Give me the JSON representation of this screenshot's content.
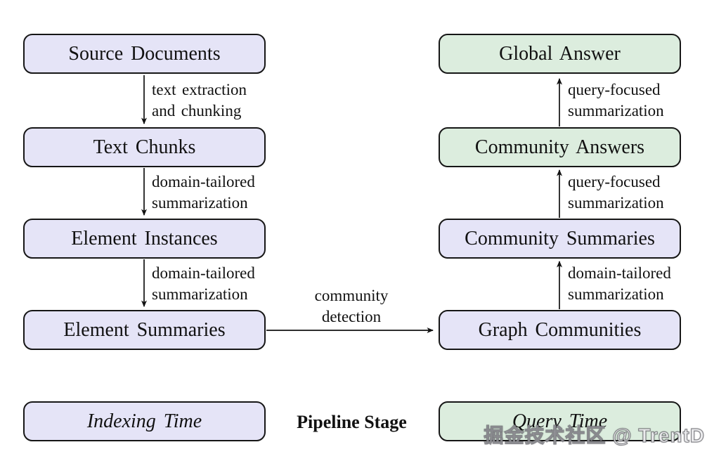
{
  "diagram": {
    "left_column": {
      "nodes": [
        {
          "label": "Source Documents"
        },
        {
          "label": "Text Chunks"
        },
        {
          "label": "Element Instances"
        },
        {
          "label": "Element Summaries"
        }
      ],
      "edge_labels": [
        {
          "line1": "text extraction",
          "line2": "and chunking"
        },
        {
          "line1": "domain-tailored",
          "line2": "summarization"
        },
        {
          "line1": "domain-tailored",
          "line2": "summarization"
        }
      ]
    },
    "right_column": {
      "nodes": [
        {
          "label": "Global Answer"
        },
        {
          "label": "Community Answers"
        },
        {
          "label": "Community Summaries"
        },
        {
          "label": "Graph Communities"
        }
      ],
      "edge_labels": [
        {
          "line1": "query-focused",
          "line2": "summarization"
        },
        {
          "line1": "query-focused",
          "line2": "summarization"
        },
        {
          "line1": "domain-tailored",
          "line2": "summarization"
        }
      ]
    },
    "middle_edge_label": {
      "line1": "community",
      "line2": "detection"
    },
    "legend": {
      "indexing_label": "Indexing Time",
      "stage_label": "Pipeline Stage",
      "query_label": "Query Time"
    },
    "colors": {
      "indexing_fill": "#e5e4f7",
      "query_fill": "#dcedde",
      "border": "#161616",
      "arrow": "#111111"
    },
    "watermark": "掘金技术社区 @ TrentD"
  }
}
